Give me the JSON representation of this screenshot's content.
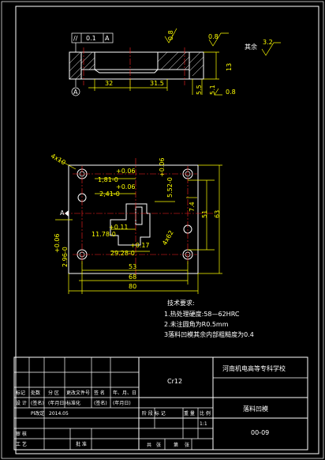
{
  "tolerance_frame": {
    "symbol": "//",
    "value": "0.1",
    "datum": "A"
  },
  "top_view": {
    "roughness_note": "其余",
    "roughness_value": "3.2",
    "roughness_1": "0.8",
    "roughness_2": "0.8",
    "roughness_3": "0.8",
    "dim_32": "32",
    "dim_31_5": "31.5",
    "dim_5_5": "5.5",
    "dim_5_1": "5.1",
    "dim_13": "13",
    "datum": "A"
  },
  "plan_view": {
    "chamfer": "4x10",
    "d1": "+0.06",
    "d2": "1,81-0",
    "d3": "+0.06",
    "d4": "2,41-0",
    "d5": "+0.06",
    "d6": "5.52-0",
    "d7": "+0.11",
    "d8": "11.78-0",
    "d9": "+0.17",
    "d10": "29.28-0",
    "d11": "+0.06",
    "d12": "2.96-0",
    "d13": "4x62",
    "d14": "7.4",
    "dim_51": "51",
    "dim_63": "63",
    "dim_53": "53",
    "dim_68": "68",
    "dim_80": "80",
    "datum": "A"
  },
  "tech_requirements": {
    "title": "技术要求:",
    "items": [
      "1.热处理硬度:58—62HRC",
      "2.未注圆角为R0.5mm",
      "3落料凹模其余内部粗糙度为0.4"
    ]
  },
  "title_block": {
    "material": "Cr12",
    "school": "河南机电高等专科学校",
    "part_name": "落料凹模",
    "drawing_no": "00-09",
    "scale": "1:1",
    "row_labels": [
      "标记",
      "处数",
      "分 区",
      "更改文件号",
      "签 名",
      "年、月、日"
    ],
    "design_label": "设 计",
    "sign_label": "(签名)",
    "date_label": "(年月日)",
    "std_label": "标准化",
    "std_sign": "(签名)",
    "std_date": "(年月日)",
    "review_label": "审 核",
    "process_label": "工 艺",
    "approve_label": "批 准",
    "designer": "Pl改定",
    "design_date": "2014.05",
    "stage_labels": [
      "阶 段 标 记",
      "重 量",
      "比 例"
    ],
    "sheet_labels": [
      "共",
      "张",
      "第",
      "张"
    ]
  }
}
